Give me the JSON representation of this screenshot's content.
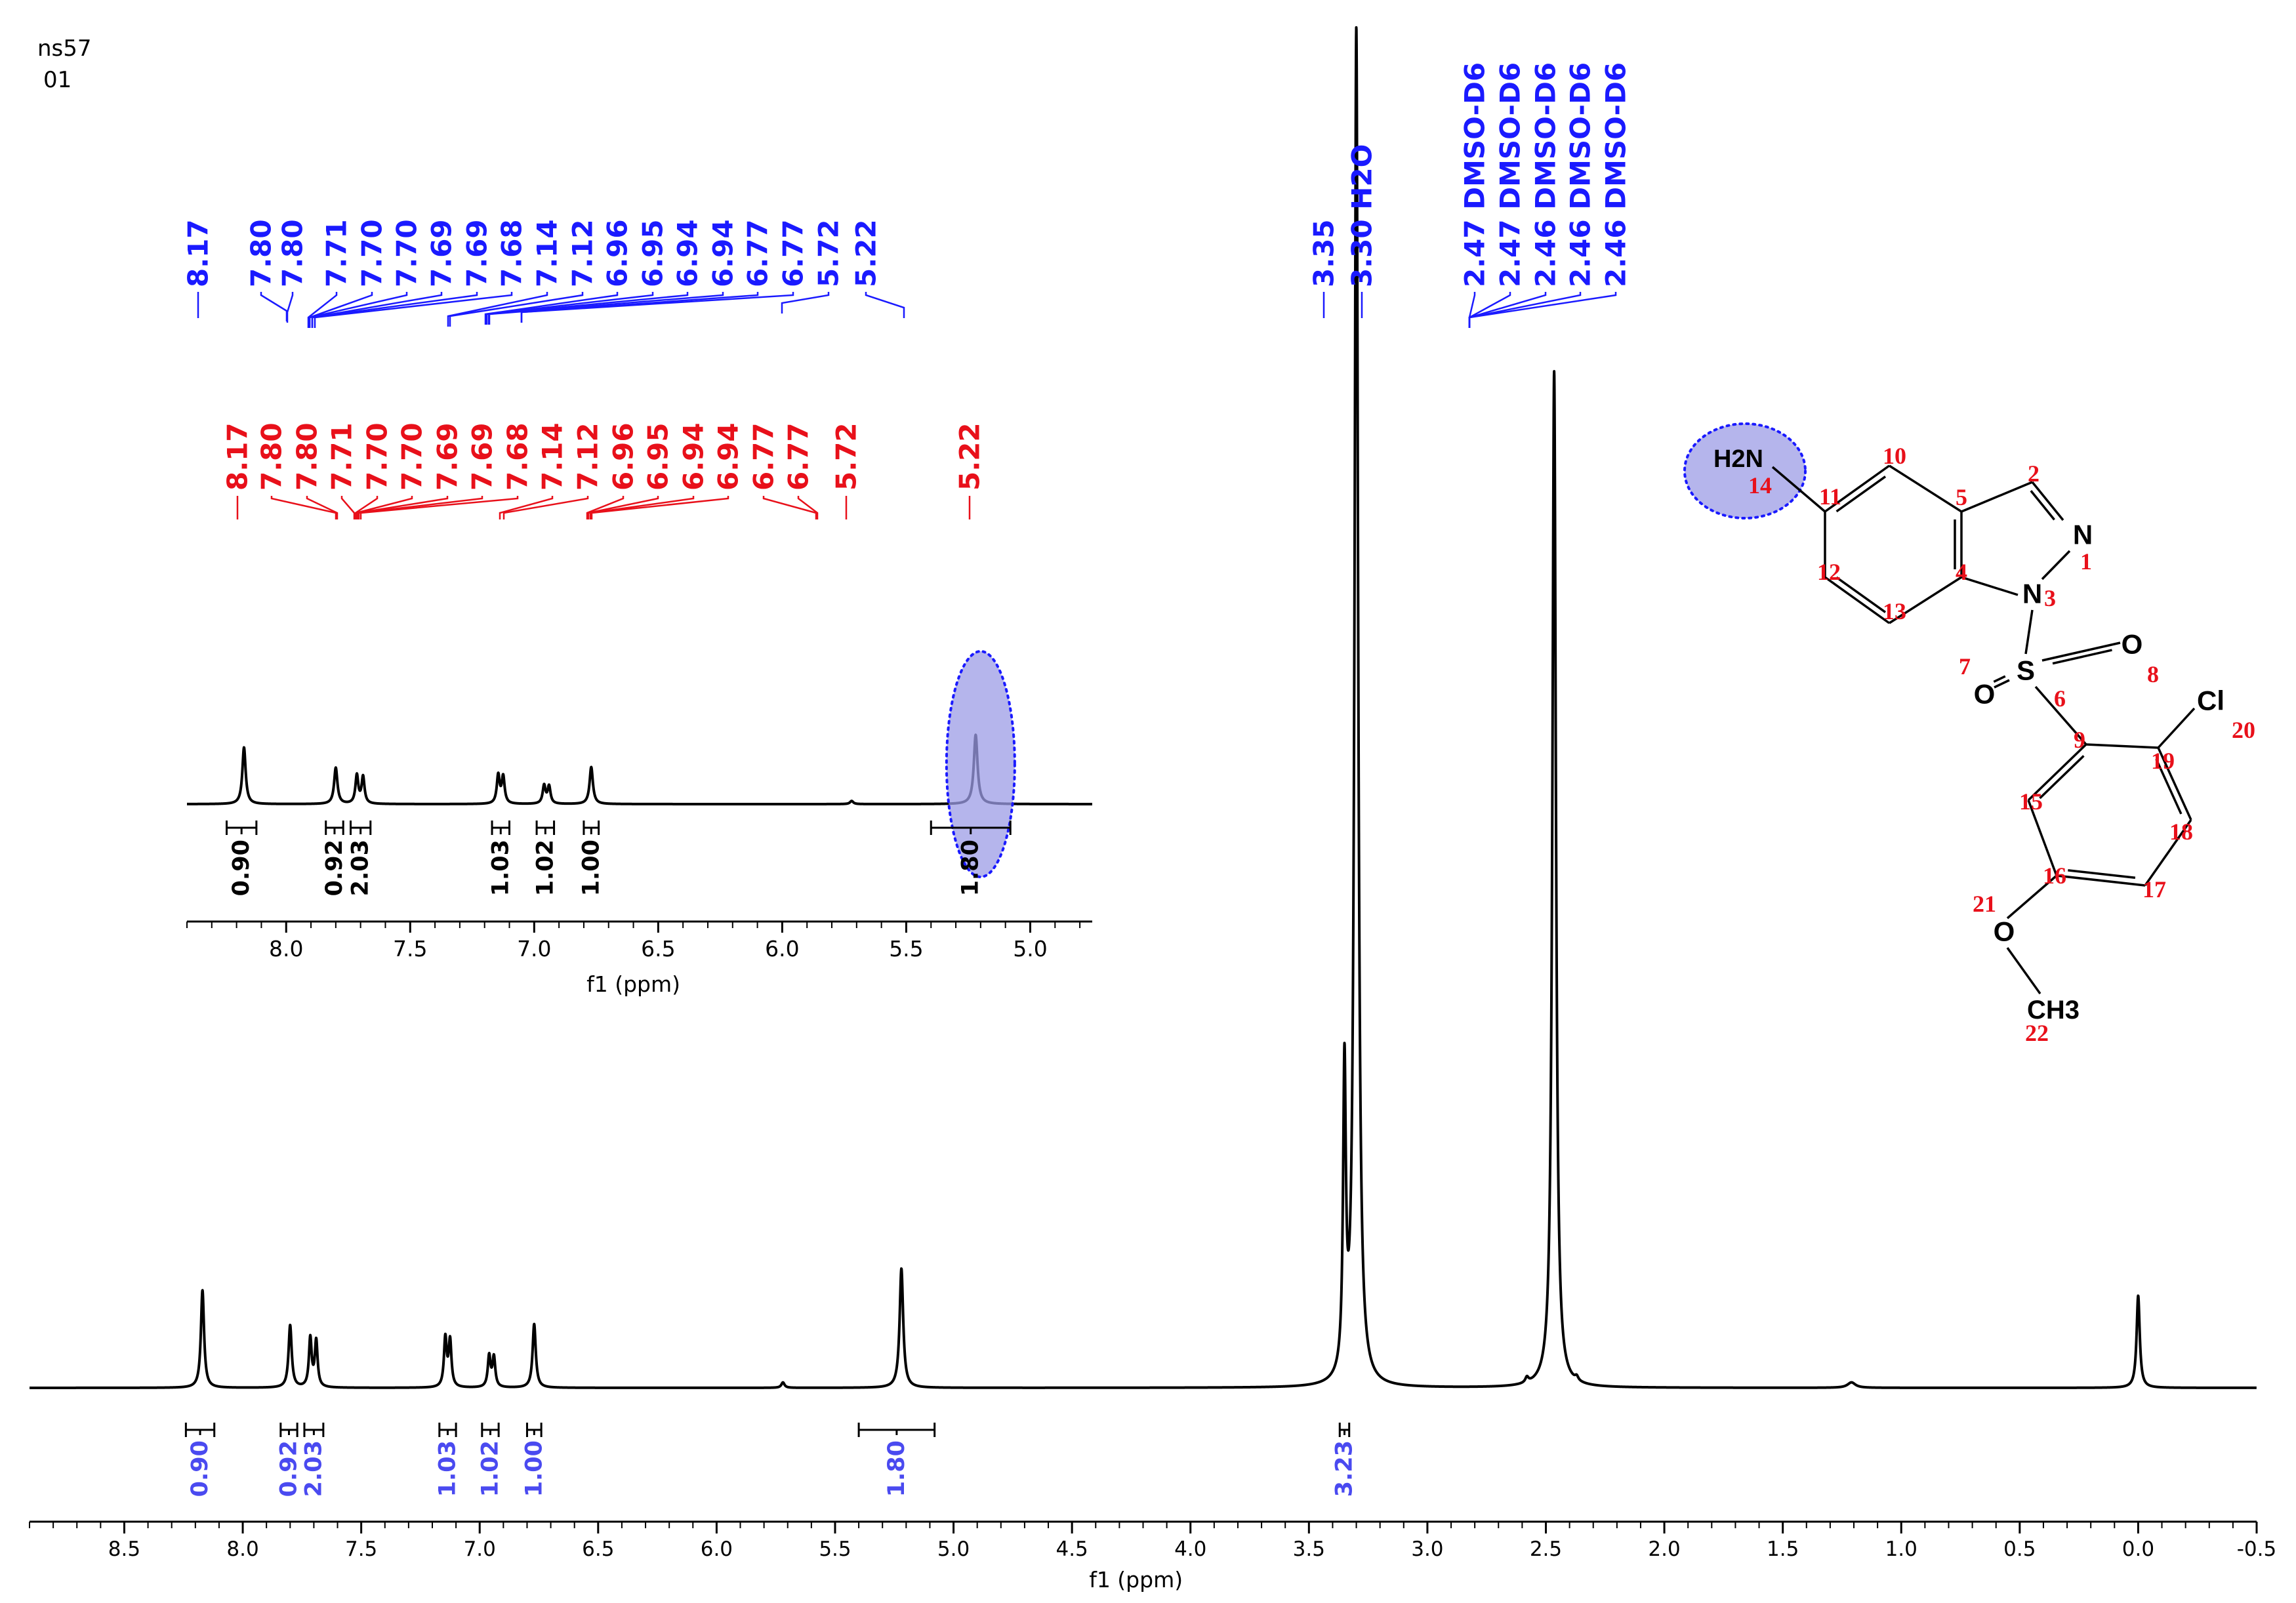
{
  "sample": {
    "line1": "ns57",
    "line2": "01"
  },
  "colors": {
    "blue": "#1a1aff",
    "red": "#e8101a",
    "integral_blue": "#4a4af0",
    "highlight": "#9c9ce6",
    "molecule_red": "#e8101a",
    "atom_label": "#b0103a"
  },
  "chart_data": [
    {
      "type": "line",
      "name": "main-spectrum",
      "xlabel": "f1 (ppm)",
      "xlim": [
        8.9,
        -0.5
      ],
      "x_ticks": [
        "8.5",
        "8.0",
        "7.5",
        "7.0",
        "6.5",
        "6.0",
        "5.5",
        "5.0",
        "4.5",
        "4.0",
        "3.5",
        "3.0",
        "2.5",
        "2.0",
        "1.5",
        "1.0",
        "0.5",
        "0.0",
        "-0.5"
      ],
      "peaks": [
        {
          "x": 8.17,
          "h": 0.072,
          "w": 0.008
        },
        {
          "x": 7.8,
          "h": 0.046,
          "w": 0.008
        },
        {
          "x": 7.715,
          "h": 0.036,
          "w": 0.007
        },
        {
          "x": 7.69,
          "h": 0.034,
          "w": 0.007
        },
        {
          "x": 7.145,
          "h": 0.036,
          "w": 0.007
        },
        {
          "x": 7.125,
          "h": 0.034,
          "w": 0.007
        },
        {
          "x": 6.96,
          "h": 0.023,
          "w": 0.007
        },
        {
          "x": 6.94,
          "h": 0.022,
          "w": 0.007
        },
        {
          "x": 6.77,
          "h": 0.047,
          "w": 0.008
        },
        {
          "x": 5.72,
          "h": 0.004,
          "w": 0.008
        },
        {
          "x": 5.22,
          "h": 0.088,
          "w": 0.009
        },
        {
          "x": 3.35,
          "h": 0.223,
          "w": 0.007
        },
        {
          "x": 3.3,
          "h": 1.0,
          "w": 0.009
        },
        {
          "x": 2.465,
          "h": 0.75,
          "w": 0.009
        },
        {
          "x": 2.58,
          "h": 0.004,
          "w": 0.008
        },
        {
          "x": 2.37,
          "h": 0.003,
          "w": 0.008
        },
        {
          "x": 1.21,
          "h": 0.004,
          "w": 0.02
        },
        {
          "x": 0.0,
          "h": 0.068,
          "w": 0.008
        }
      ],
      "peak_labels_blue": [
        "8.17",
        "7.80",
        "7.80",
        "7.71",
        "7.70",
        "7.70",
        "7.69",
        "7.69",
        "7.68",
        "7.14",
        "7.12",
        "6.96",
        "6.95",
        "6.94",
        "6.94",
        "6.77",
        "6.77",
        "5.72",
        "5.22",
        "3.35",
        "3.30 H2O",
        "2.47 DMSO-D6",
        "2.47 DMSO-D6",
        "2.46 DMSO-D6",
        "2.46 DMSO-D6",
        "2.46 DMSO-D6"
      ],
      "integrals": [
        {
          "from": 8.24,
          "to": 8.12,
          "value": "0.90"
        },
        {
          "from": 7.84,
          "to": 7.77,
          "value": "0.92"
        },
        {
          "from": 7.74,
          "to": 7.66,
          "value": "2.03"
        },
        {
          "from": 7.17,
          "to": 7.1,
          "value": "1.03"
        },
        {
          "from": 6.99,
          "to": 6.92,
          "value": "1.02"
        },
        {
          "from": 6.8,
          "to": 6.74,
          "value": "1.00"
        },
        {
          "from": 5.4,
          "to": 5.08,
          "value": "1.80"
        },
        {
          "from": 3.37,
          "to": 3.33,
          "value": "3.23"
        }
      ]
    },
    {
      "type": "line",
      "name": "inset-spectrum",
      "xlabel": "f1 (ppm)",
      "xlim": [
        8.4,
        4.75
      ],
      "x_ticks": [
        "8.0",
        "7.5",
        "7.0",
        "6.5",
        "6.0",
        "5.5",
        "5.0"
      ],
      "peak_labels_red": [
        "8.17",
        "7.80",
        "7.80",
        "7.71",
        "7.70",
        "7.70",
        "7.69",
        "7.69",
        "7.68",
        "7.14",
        "7.12",
        "6.96",
        "6.95",
        "6.94",
        "6.94",
        "6.77",
        "6.77",
        "5.72",
        "5.22"
      ],
      "integrals": [
        {
          "from": 8.24,
          "to": 8.12,
          "value": "0.90"
        },
        {
          "from": 7.84,
          "to": 7.77,
          "value": "0.92"
        },
        {
          "from": 7.74,
          "to": 7.66,
          "value": "2.03"
        },
        {
          "from": 7.17,
          "to": 7.1,
          "value": "1.03"
        },
        {
          "from": 6.99,
          "to": 6.92,
          "value": "1.02"
        },
        {
          "from": 6.8,
          "to": 6.74,
          "value": "1.00"
        },
        {
          "from": 5.4,
          "to": 5.08,
          "value": "1.80"
        }
      ]
    }
  ],
  "molecule": {
    "atoms": [
      {
        "sym": "H",
        "sub": "2",
        "sym2": "N"
      },
      {
        "sym": "N"
      },
      {
        "sym": "N"
      },
      {
        "sym": "S"
      },
      {
        "sym": "O"
      },
      {
        "sym": "O"
      },
      {
        "sym": "Cl"
      },
      {
        "sym": "O"
      },
      {
        "sym": "CH",
        "sub": "3"
      }
    ],
    "numbers": [
      "14",
      "10",
      "2",
      "11",
      "5",
      "1",
      "12",
      "4",
      "3",
      "13",
      "7",
      "8",
      "6",
      "20",
      "9",
      "19",
      "15",
      "18",
      "16",
      "17",
      "21",
      "22"
    ]
  }
}
